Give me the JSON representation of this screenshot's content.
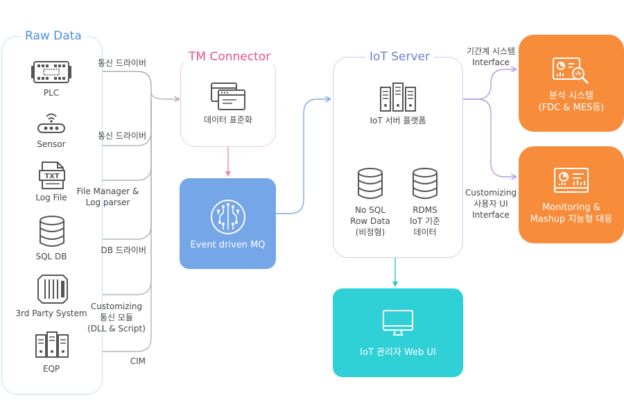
{
  "raw_data": {
    "title": "Raw Data",
    "items": [
      {
        "label": "PLC",
        "icon": "plc-icon"
      },
      {
        "label": "Sensor",
        "icon": "sensor-icon"
      },
      {
        "label": "Log File",
        "icon": "log-file-icon"
      },
      {
        "label": "SQL DB",
        "icon": "database-icon"
      },
      {
        "label": "3rd Party System",
        "icon": "server-rack-icon"
      },
      {
        "label": "EQP",
        "icon": "equipment-icon"
      }
    ]
  },
  "connectors": [
    {
      "line1": "통신 드라이버",
      "line2": "",
      "line3": ""
    },
    {
      "line1": "통신 드라이버",
      "line2": "",
      "line3": ""
    },
    {
      "line1": "File Manager &",
      "line2": "Log parser",
      "line3": ""
    },
    {
      "line1": "DB 드라이버",
      "line2": "",
      "line3": ""
    },
    {
      "line1": "Customizing",
      "line2": "통신 모듈",
      "line3": "(DLL & Script)"
    },
    {
      "line1": "CIM",
      "line2": "",
      "line3": ""
    }
  ],
  "tm_connector": {
    "title": "TM Connector",
    "caption": "데이터 표준화",
    "icon": "windows-icon"
  },
  "event_mq": {
    "label": "Event driven MQ",
    "icon": "circuit-icon"
  },
  "iot_server": {
    "title": "IoT Server",
    "platform_label": "IoT 서버 플랫폼",
    "platform_icon": "server-icon",
    "nosql": {
      "line1": "No SQL",
      "line2": "Row Data",
      "line3": "(비정형)",
      "icon": "database-icon"
    },
    "rdms": {
      "line1": "RDMS",
      "line2": "IoT 기준",
      "line3": "데이터",
      "icon": "database-icon"
    }
  },
  "iot_web_ui": {
    "label": "IoT 관리자 Web UI",
    "icon": "monitor-icon"
  },
  "interface_labels": {
    "legacy": {
      "line1": "기간계 시스템",
      "line2": "Interface"
    },
    "custom": {
      "line1": "Customizing",
      "line2": "사용자 UI",
      "line3": "Interface"
    }
  },
  "analysis_system": {
    "line1": "분석 시스템",
    "line2": "(FDC & MES등)",
    "icon": "analytics-icon"
  },
  "monitoring": {
    "line1": "Monitoring &",
    "line2": "Mashup 지능형 대응",
    "icon": "dashboard-icon"
  },
  "colors": {
    "raw_border": "#c8dcef",
    "raw_title": "#4a90d9",
    "tm_border": "#f6c5d8",
    "tm_title": "#e8508c",
    "iot_border": "#d5c9ee",
    "iot_title": "#6b7fd6",
    "mq_fill": "#74a6e8",
    "web_fill": "#2fd1d6",
    "orange": "#f78c3b",
    "gray_line": "#a8a8a8",
    "pink_arrow": "#ef87b0",
    "blue_arrow": "#7aa9e6",
    "teal_arrow": "#2bc6cc",
    "purple_arrow": "#b79be0"
  }
}
